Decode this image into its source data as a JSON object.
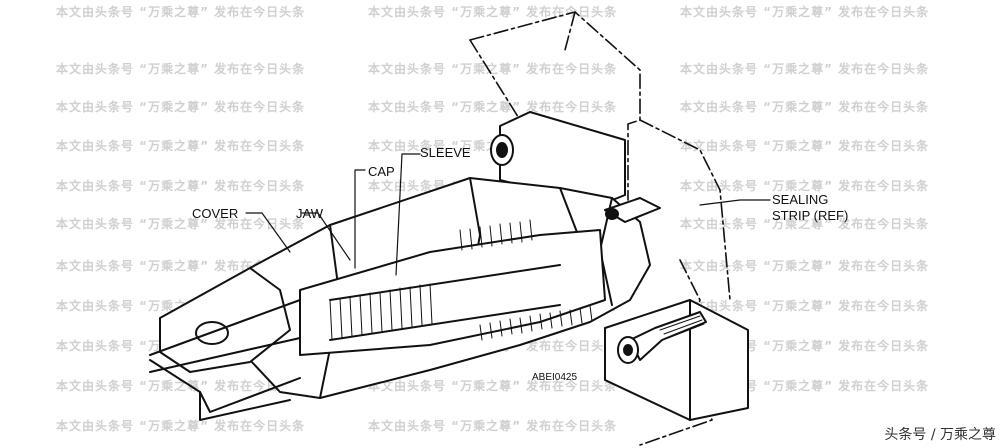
{
  "watermark": {
    "text": "本文由头条号 “万乘之尊” 发布在今日头条",
    "color": "#d0d0d0"
  },
  "labels": {
    "sleeve": "SLEEVE",
    "cap": "CAP",
    "cover": "COVER",
    "jaw": "JAW",
    "sealing_line1": "SEALING",
    "sealing_line2": "STRIP (REF)"
  },
  "drawing_code": "ABEI0425",
  "credit": "头条号 / 万乘之尊"
}
